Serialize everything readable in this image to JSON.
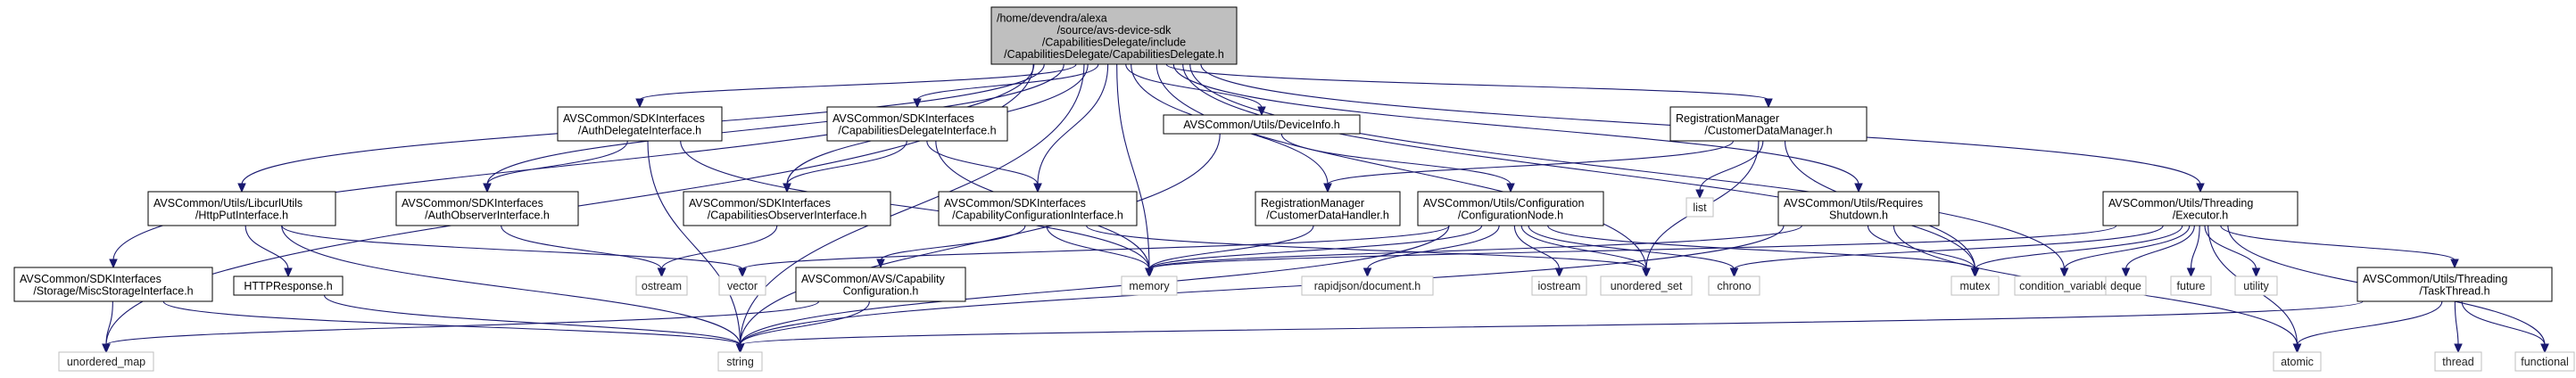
{
  "graph": {
    "nodes": [
      {
        "id": "root",
        "kind": "root",
        "lines": [
          "/home/devendra/alexa",
          "/source/avs-device-sdk",
          "/CapabilitiesDelegate/include",
          "/CapabilitiesDelegate/CapabilitiesDelegate.h"
        ]
      },
      {
        "id": "authdel",
        "kind": "box",
        "lines": [
          "AVSCommon/SDKInterfaces",
          "/AuthDelegateInterface.h"
        ]
      },
      {
        "id": "capdel",
        "kind": "box",
        "lines": [
          "AVSCommon/SDKInterfaces",
          "/CapabilitiesDelegateInterface.h"
        ]
      },
      {
        "id": "devinfo",
        "kind": "box",
        "lines": [
          "AVSCommon/Utils/DeviceInfo.h"
        ]
      },
      {
        "id": "custmgr",
        "kind": "box",
        "lines": [
          "RegistrationManager",
          "/CustomerDataManager.h"
        ]
      },
      {
        "id": "libcurl",
        "kind": "box",
        "lines": [
          "AVSCommon/Utils/LibcurlUtils",
          "/HttpPutInterface.h"
        ]
      },
      {
        "id": "authobs",
        "kind": "box",
        "lines": [
          "AVSCommon/SDKInterfaces",
          "/AuthObserverInterface.h"
        ]
      },
      {
        "id": "capobs",
        "kind": "box",
        "lines": [
          "AVSCommon/SDKInterfaces",
          "/CapabilitiesObserverInterface.h"
        ]
      },
      {
        "id": "capconf",
        "kind": "box",
        "lines": [
          "AVSCommon/SDKInterfaces",
          "/CapabilityConfigurationInterface.h"
        ]
      },
      {
        "id": "custhandler",
        "kind": "box",
        "lines": [
          "RegistrationManager",
          "/CustomerDataHandler.h"
        ]
      },
      {
        "id": "confnode",
        "kind": "box",
        "lines": [
          "AVSCommon/Utils/Configuration",
          "/ConfigurationNode.h"
        ]
      },
      {
        "id": "reqshut",
        "kind": "box",
        "lines": [
          "AVSCommon/Utils/Requires",
          "Shutdown.h"
        ]
      },
      {
        "id": "executor",
        "kind": "box",
        "lines": [
          "AVSCommon/Utils/Threading",
          "/Executor.h"
        ]
      },
      {
        "id": "misc",
        "kind": "box",
        "lines": [
          "AVSCommon/SDKInterfaces",
          "/Storage/MiscStorageInterface.h"
        ]
      },
      {
        "id": "httpresp",
        "kind": "box",
        "lines": [
          "HTTPResponse.h"
        ]
      },
      {
        "id": "avscap",
        "kind": "box",
        "lines": [
          "AVSCommon/AVS/Capability",
          "Configuration.h"
        ]
      },
      {
        "id": "taskthread",
        "kind": "box",
        "lines": [
          "AVSCommon/Utils/Threading",
          "/TaskThread.h"
        ]
      },
      {
        "id": "list",
        "kind": "sys",
        "lines": [
          "list"
        ]
      },
      {
        "id": "ostream",
        "kind": "sys",
        "lines": [
          "ostream"
        ]
      },
      {
        "id": "vector",
        "kind": "sys",
        "lines": [
          "vector"
        ]
      },
      {
        "id": "memory",
        "kind": "sys",
        "lines": [
          "memory"
        ]
      },
      {
        "id": "rapidjson",
        "kind": "sys",
        "lines": [
          "rapidjson/document.h"
        ]
      },
      {
        "id": "iostream",
        "kind": "sys",
        "lines": [
          "iostream"
        ]
      },
      {
        "id": "unordered_set",
        "kind": "sys",
        "lines": [
          "unordered_set"
        ]
      },
      {
        "id": "chrono",
        "kind": "sys",
        "lines": [
          "chrono"
        ]
      },
      {
        "id": "mutex",
        "kind": "sys",
        "lines": [
          "mutex"
        ]
      },
      {
        "id": "condvar",
        "kind": "sys",
        "lines": [
          "condition_variable"
        ]
      },
      {
        "id": "deque",
        "kind": "sys",
        "lines": [
          "deque"
        ]
      },
      {
        "id": "future",
        "kind": "sys",
        "lines": [
          "future"
        ]
      },
      {
        "id": "utility",
        "kind": "sys",
        "lines": [
          "utility"
        ]
      },
      {
        "id": "unordered_map",
        "kind": "sys",
        "lines": [
          "unordered_map"
        ]
      },
      {
        "id": "string",
        "kind": "sys",
        "lines": [
          "string"
        ]
      },
      {
        "id": "atomic",
        "kind": "sys",
        "lines": [
          "atomic"
        ]
      },
      {
        "id": "thread",
        "kind": "sys",
        "lines": [
          "thread"
        ]
      },
      {
        "id": "functional",
        "kind": "sys",
        "lines": [
          "functional"
        ]
      }
    ],
    "edges": [
      [
        "root",
        "authdel"
      ],
      [
        "root",
        "capdel"
      ],
      [
        "root",
        "devinfo"
      ],
      [
        "root",
        "custmgr"
      ],
      [
        "root",
        "libcurl"
      ],
      [
        "root",
        "authobs"
      ],
      [
        "root",
        "capobs"
      ],
      [
        "root",
        "capconf"
      ],
      [
        "root",
        "custhandler"
      ],
      [
        "root",
        "reqshut"
      ],
      [
        "root",
        "executor"
      ],
      [
        "root",
        "misc"
      ],
      [
        "root",
        "memory"
      ],
      [
        "root",
        "string"
      ],
      [
        "root",
        "unordered_map"
      ],
      [
        "root",
        "unordered_set"
      ],
      [
        "root",
        "mutex"
      ],
      [
        "root",
        "condvar"
      ],
      [
        "authdel",
        "authobs"
      ],
      [
        "authdel",
        "memory"
      ],
      [
        "authdel",
        "string"
      ],
      [
        "capdel",
        "capobs"
      ],
      [
        "capdel",
        "capconf"
      ],
      [
        "capdel",
        "memory"
      ],
      [
        "devinfo",
        "confnode"
      ],
      [
        "devinfo",
        "string"
      ],
      [
        "custmgr",
        "custhandler"
      ],
      [
        "custmgr",
        "list"
      ],
      [
        "custmgr",
        "unordered_set"
      ],
      [
        "custmgr",
        "mutex"
      ],
      [
        "libcurl",
        "httpresp"
      ],
      [
        "libcurl",
        "vector"
      ],
      [
        "libcurl",
        "string"
      ],
      [
        "authobs",
        "ostream"
      ],
      [
        "capobs",
        "ostream"
      ],
      [
        "capconf",
        "avscap"
      ],
      [
        "capconf",
        "memory"
      ],
      [
        "capconf",
        "unordered_set"
      ],
      [
        "custhandler",
        "memory"
      ],
      [
        "confnode",
        "vector"
      ],
      [
        "confnode",
        "memory"
      ],
      [
        "confnode",
        "rapidjson"
      ],
      [
        "confnode",
        "iostream"
      ],
      [
        "confnode",
        "unordered_set"
      ],
      [
        "confnode",
        "chrono"
      ],
      [
        "confnode",
        "mutex"
      ],
      [
        "confnode",
        "string"
      ],
      [
        "reqshut",
        "memory"
      ],
      [
        "reqshut",
        "mutex"
      ],
      [
        "reqshut",
        "atomic"
      ],
      [
        "reqshut",
        "string"
      ],
      [
        "executor",
        "memory"
      ],
      [
        "executor",
        "chrono"
      ],
      [
        "executor",
        "mutex"
      ],
      [
        "executor",
        "condvar"
      ],
      [
        "executor",
        "deque"
      ],
      [
        "executor",
        "future"
      ],
      [
        "executor",
        "utility"
      ],
      [
        "executor",
        "atomic"
      ],
      [
        "executor",
        "functional"
      ],
      [
        "executor",
        "taskthread"
      ],
      [
        "misc",
        "unordered_map"
      ],
      [
        "misc",
        "string"
      ],
      [
        "httpresp",
        "string"
      ],
      [
        "avscap",
        "unordered_map"
      ],
      [
        "avscap",
        "string"
      ],
      [
        "taskthread",
        "atomic"
      ],
      [
        "taskthread",
        "thread"
      ],
      [
        "taskthread",
        "functional"
      ],
      [
        "taskthread",
        "string"
      ]
    ]
  }
}
